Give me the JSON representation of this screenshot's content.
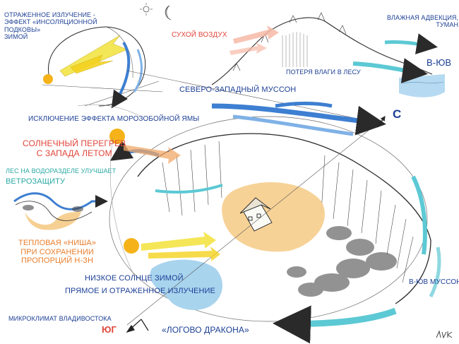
{
  "labels": {
    "reflected": [
      "ОТРАЖЕННОЕ ИЗЛУЧЕНИЕ -",
      "ЭФФЕКТ «ИНСОЛЯЦИОННОЙ",
      "ПОДКОВЫ»",
      "ЗИМОЙ"
    ],
    "dry_air": "СУХОЙ ВОЗДУХ",
    "wet_advection": [
      "ВЛАЖНАЯ АДВЕКЦИЯ,",
      "ТУМАН"
    ],
    "ne_top": "В-ЮВ",
    "moisture_loss": "ПОТЕРЯ ВЛАГИ В ЛЕСУ",
    "nw_monsoon": "СЕВЕРО-ЗАПАДНЫЙ МУССОН",
    "frost_pit": "ИСКЛЮЧЕНИЕ ЭФФЕКТА МОРОЗОБОЙНОЙ ЯМЫ",
    "north": "С",
    "solar_overheat": [
      "СОЛНЕЧНЫЙ ПЕРЕГРЕВ",
      "С ЗАПАДА ЛЕТОМ"
    ],
    "forest_watershed": [
      "ЛЕС НА ВОДОРАЗДЕЛЕ УЛУЧШАЕТ",
      "ВЕТРОЗАЩИТУ"
    ],
    "thermal_niche": [
      "ТЕПЛОВАЯ «НИША»",
      "ПРИ СОХРАНЕНИИ",
      "ПРОПОРЦИЙ Н-ЗН"
    ],
    "low_sun": [
      "НИЗКОЕ СОЛНЦЕ ЗИМОЙ",
      "ПРЯМОЕ И ОТРАЖЕННОЕ ИЗЛУЧЕНИЕ"
    ],
    "ese_monsoon": "В-ЮВ МУССОН",
    "microclimate": "МИКРОКЛИМАТ ВЛАДИВОСТОКА",
    "south": "ЮГ",
    "dragon_lair": "«ЛОГОВО ДРАКОНА»"
  },
  "colors": {
    "blue_text": "#1c3f95",
    "red_text": "#e0453a",
    "orange_text": "#e87d2a",
    "teal_text": "#2aa9a4",
    "sun": "#f5b319",
    "sun_yellow": "#f4d21e",
    "sand": "#f6cd8c",
    "water": "#a9d4ee",
    "wind_blue": "#3d7fd1",
    "wind_teal": "#5cc9d4",
    "sun_ray": "#f2e23a",
    "dry_air_arrow": "#f6b9a6",
    "ink": "#2a2a2a"
  },
  "icons": [
    "sun-icon",
    "moon-icon",
    "house-icon",
    "compass-icon"
  ]
}
